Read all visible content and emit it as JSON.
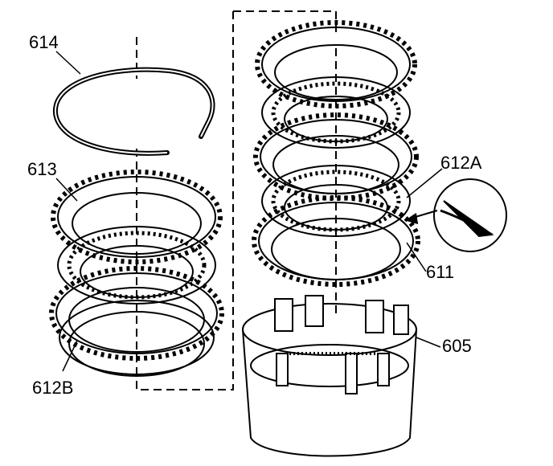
{
  "diagram": {
    "callouts": {
      "c614": "614",
      "c613": "613",
      "c612b": "612B",
      "c612a": "612A",
      "c611": "611",
      "c605": "605"
    },
    "ink_color": "#000000",
    "background_color": "#ffffff"
  }
}
